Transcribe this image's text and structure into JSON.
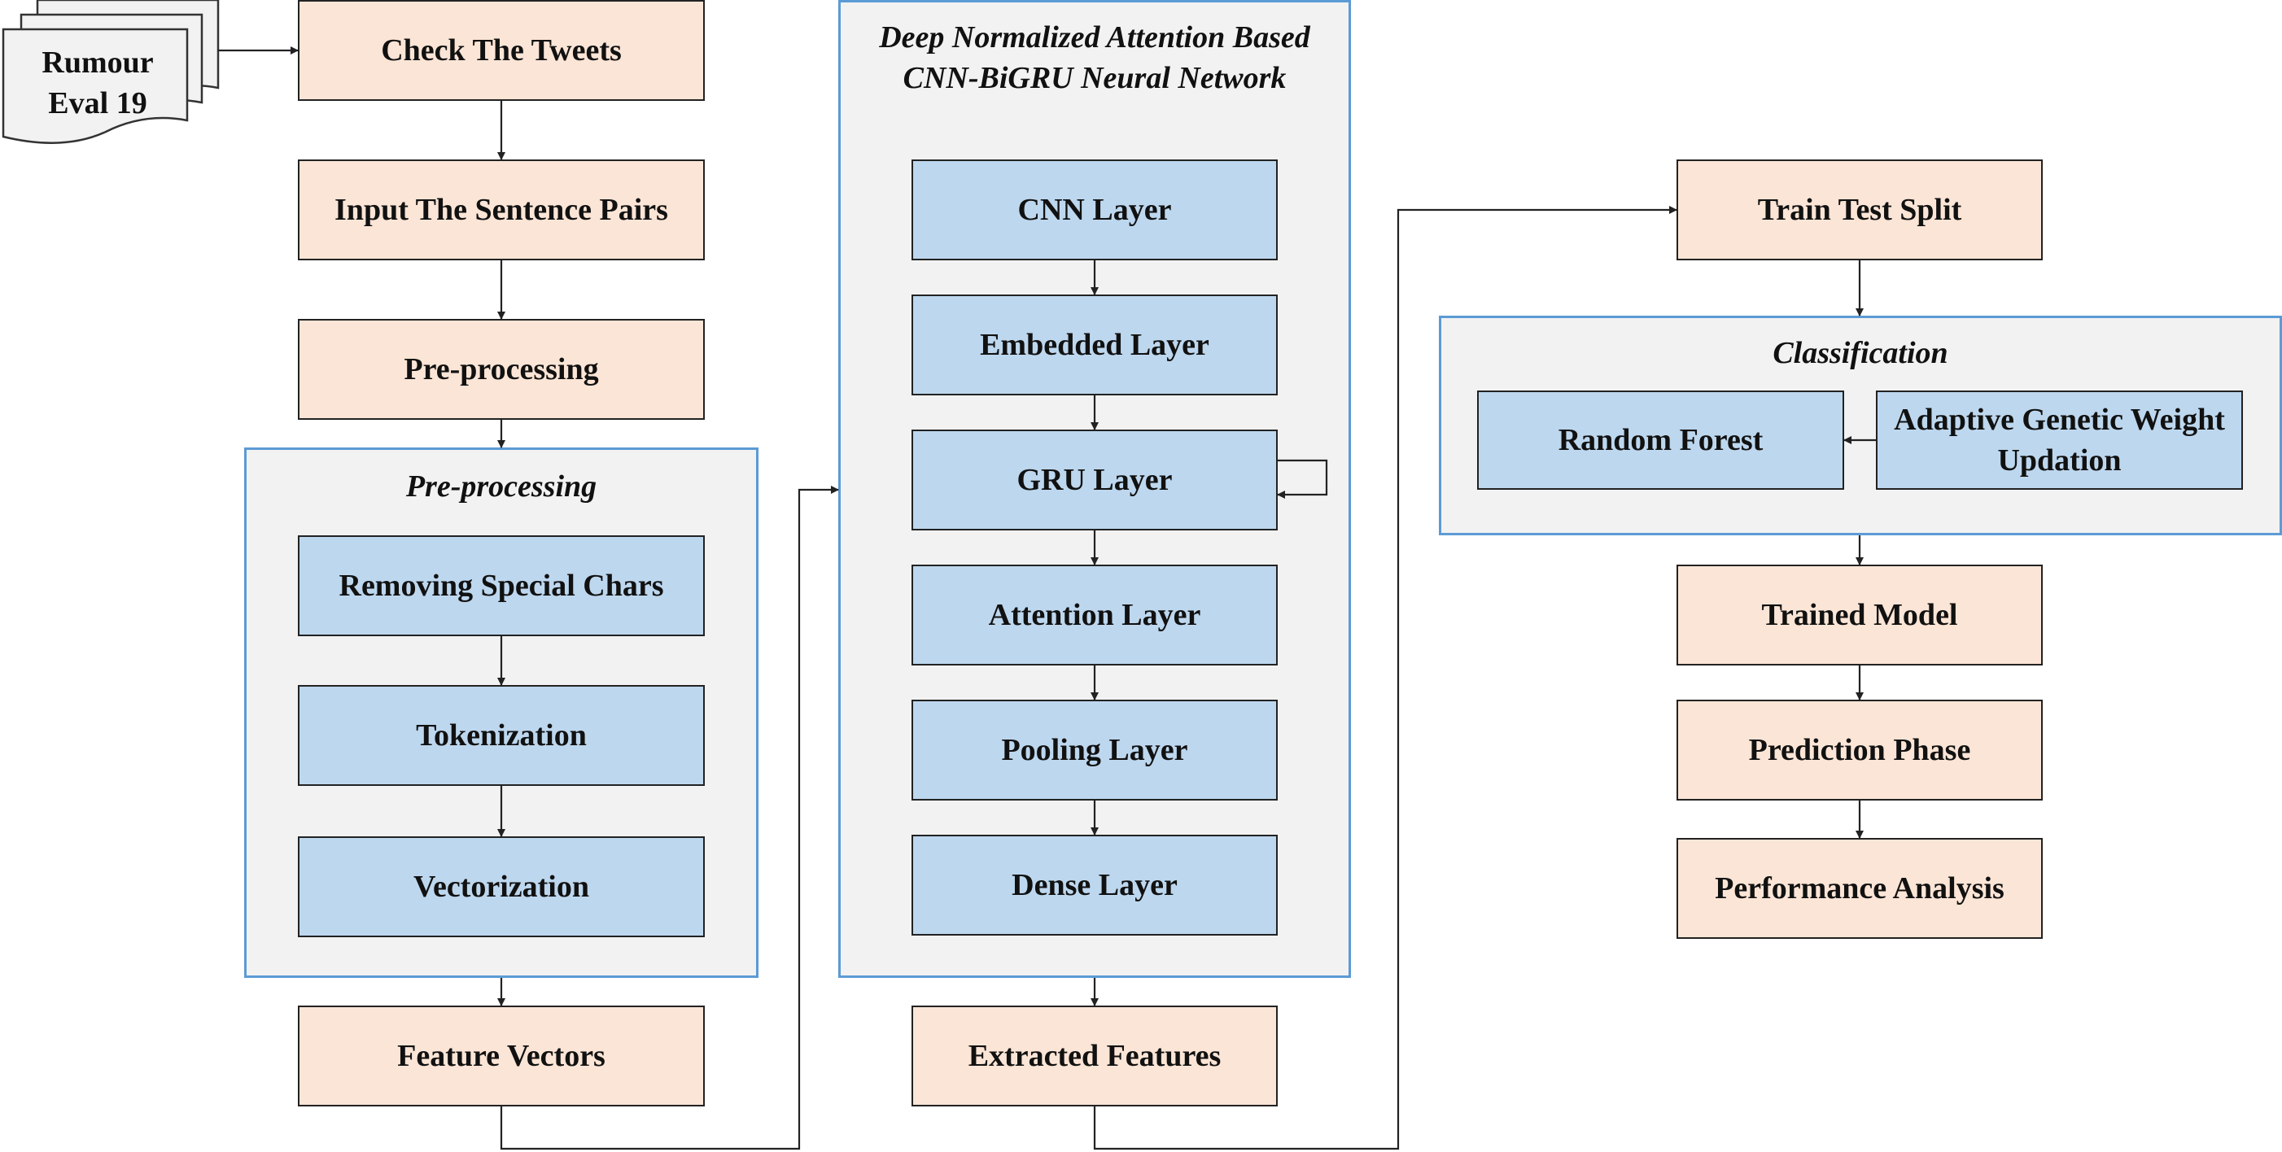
{
  "source_doc": {
    "label": "Rumour Eval 19"
  },
  "left_column": {
    "check_tweets": "Check The Tweets",
    "input_pairs": "Input The Sentence Pairs",
    "preprocessing_step": "Pre-processing",
    "feature_vectors": "Feature Vectors"
  },
  "preprocessing_group": {
    "title": "Pre-processing",
    "items": [
      "Removing Special Chars",
      "Tokenization",
      "Vectorization"
    ]
  },
  "network_group": {
    "title": "Deep Normalized Attention Based CNN-BiGRU Neural Network",
    "layers": [
      "CNN Layer",
      "Embedded Layer",
      "GRU Layer",
      "Attention Layer",
      "Pooling Layer",
      "Dense Layer"
    ]
  },
  "extracted_features": "Extracted Features",
  "right_column": {
    "train_test_split": "Train Test Split",
    "trained_model": "Trained Model",
    "prediction_phase": "Prediction Phase",
    "performance_analysis": "Performance Analysis"
  },
  "classification_group": {
    "title": "Classification",
    "random_forest": "Random Forest",
    "adaptive_genetic": "Adaptive Genetic Weight Updation"
  },
  "colors": {
    "peach": "#fbe5d6",
    "blue": "#bdd7ee",
    "group_bg": "#f2f2f2",
    "group_border": "#5b9bd5"
  }
}
